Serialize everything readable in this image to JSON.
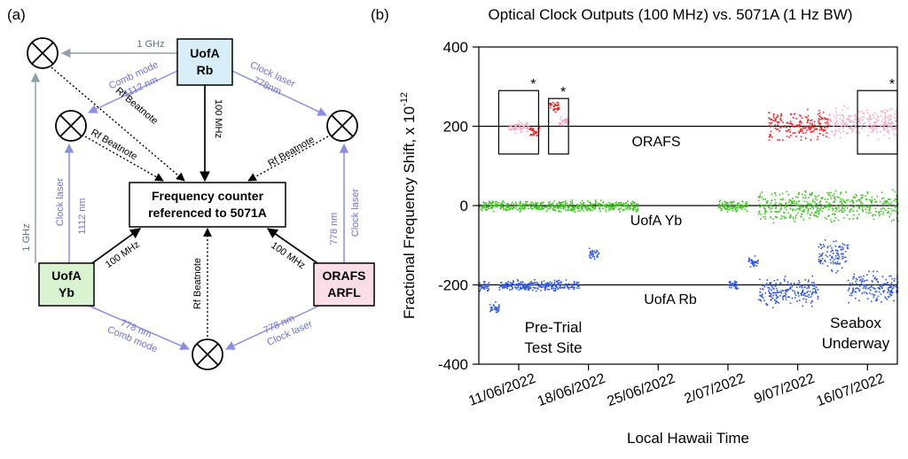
{
  "panel_a": {
    "letter": "(a)",
    "nodes": {
      "uofa_rb": {
        "line1": "UofA",
        "line2": "Rb",
        "fill": "#d8eef8"
      },
      "uofa_yb": {
        "line1": "UofA",
        "line2": "Yb",
        "fill": "#d9f2cf"
      },
      "orafs": {
        "line1": "ORAFS",
        "line2": "ARFL",
        "fill": "#fadde6"
      },
      "counter": {
        "line1": "Frequency counter",
        "line2": "referenced to 5071A"
      }
    },
    "links": {
      "rb_ghz": "1 GHz",
      "comb_mode_top": "Comb mode",
      "nm_1112_top": "1112 nm",
      "clock_laser_top": "Clock laser",
      "nm_778_top": "778nm",
      "rb_100mhz": "100 MHz",
      "rf_beat_1": "Rf Beatnote",
      "rf_beat_2": "Rf Beatnote",
      "rf_beat_3": "Rf Beatnote",
      "rf_beat_4": "Rf Beatnote",
      "clock_laser_left": "Clock laser",
      "nm_1112_left": "1112 nm",
      "ghz_left": "1 GHz",
      "nm_778_right": "778 nm",
      "clock_laser_right": "Clock laser",
      "yb_100mhz": "100 MHz",
      "orafs_100mhz": "100 MHz",
      "nm_778_bl": "778 nm",
      "comb_mode_bl": "Comb mode",
      "nm_778_br": "778 nm",
      "clock_laser_br": "Clock laser"
    },
    "colors": {
      "optical": "#8c8fe0",
      "rf_gray": "#8fa0aa",
      "black": "#000000"
    }
  },
  "panel_b": {
    "letter": "(b)",
    "title": "Optical Clock Outputs (100 MHz) vs. 5071A (1 Hz BW)",
    "ylabel": "Fractional Frequency Shift, x 10",
    "ylabel_exp": "-12",
    "xlabel": "Local Hawaii Time",
    "series_labels": {
      "orafs": "ORAFS",
      "yb": "UofA Yb",
      "rb": "UofA Rb"
    },
    "annotations": {
      "pretrial_1": "Pre-Trial",
      "pretrial_2": "Test Site",
      "seabox_1": "Seabox",
      "seabox_2": "Underway",
      "star": "*"
    }
  },
  "chart_data": {
    "type": "scatter",
    "x_tick_labels": [
      "11/06/2022",
      "18/06/2022",
      "25/06/2022",
      "2/07/2022",
      "9/07/2022",
      "16/07/2022"
    ],
    "xlim": [
      "2022-06-07",
      "2022-07-19"
    ],
    "ylim": [
      -400,
      400
    ],
    "yticks": [
      -400,
      -200,
      0,
      200,
      400
    ],
    "series": [
      {
        "name": "ORAFS",
        "color": "#ee2222",
        "alt_color": "#f4a7c1",
        "reference_line": 200,
        "segments": [
          {
            "start": "2022-06-10",
            "end": "2022-06-12",
            "y": 200,
            "color": "alt"
          },
          {
            "start": "2022-06-12",
            "end": "2022-06-13",
            "y": 190,
            "color": "main"
          },
          {
            "start": "2022-06-14",
            "end": "2022-06-15",
            "y": 250,
            "color": "main"
          },
          {
            "start": "2022-06-15",
            "end": "2022-06-16",
            "y": 215,
            "color": "alt"
          },
          {
            "start": "2022-07-06",
            "end": "2022-07-12",
            "y": 205,
            "color": "main"
          },
          {
            "start": "2022-07-12",
            "end": "2022-07-19",
            "y": 210,
            "color": "alt"
          }
        ]
      },
      {
        "name": "UofA Yb",
        "color": "#3ec41e",
        "reference_line": 0,
        "segments": [
          {
            "start": "2022-06-07",
            "end": "2022-06-22",
            "y": 0
          },
          {
            "start": "2022-06-22",
            "end": "2022-06-23",
            "y": 0
          },
          {
            "start": "2022-07-01",
            "end": "2022-07-02",
            "y": 0
          },
          {
            "start": "2022-07-02",
            "end": "2022-07-04",
            "y": 0
          },
          {
            "start": "2022-07-05",
            "end": "2022-07-19",
            "y": 0
          }
        ]
      },
      {
        "name": "UofA Rb",
        "color": "#2d55e6",
        "reference_line": -200,
        "segments": [
          {
            "start": "2022-06-07",
            "end": "2022-06-08",
            "y": -200
          },
          {
            "start": "2022-06-08",
            "end": "2022-06-09",
            "y": -255
          },
          {
            "start": "2022-06-09",
            "end": "2022-06-17",
            "y": -200
          },
          {
            "start": "2022-06-18",
            "end": "2022-06-19",
            "y": -120
          },
          {
            "start": "2022-07-02",
            "end": "2022-07-03",
            "y": -200
          },
          {
            "start": "2022-07-04",
            "end": "2022-07-05",
            "y": -140
          },
          {
            "start": "2022-07-05",
            "end": "2022-07-11",
            "y": -215
          },
          {
            "start": "2022-07-11",
            "end": "2022-07-14",
            "y": -125
          },
          {
            "start": "2022-07-14",
            "end": "2022-07-19",
            "y": -205
          }
        ]
      }
    ],
    "boxes": [
      {
        "start": "2022-06-09",
        "end": "2022-06-13",
        "ymin": 130,
        "ymax": 290
      },
      {
        "start": "2022-06-14",
        "end": "2022-06-16",
        "ymin": 130,
        "ymax": 270
      },
      {
        "start": "2022-07-15",
        "end": "2022-07-19",
        "ymin": 130,
        "ymax": 290
      }
    ],
    "grid": false
  }
}
